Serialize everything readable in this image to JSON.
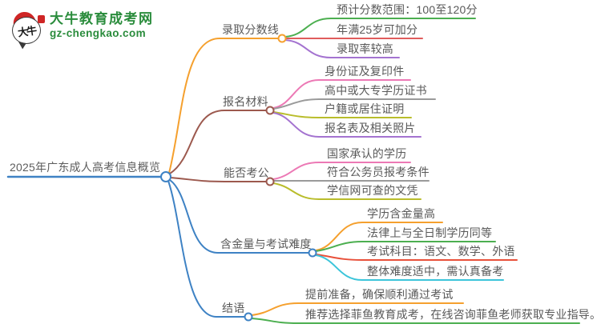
{
  "palette": {
    "blue": "#3e82c4",
    "orange": "#f5a02e",
    "brown": "#9c594e",
    "green": "#4caf50",
    "soft_red": "#e05c5c",
    "red": "#e8503a",
    "pink": "#ec79b5",
    "gray_line": "#9a9a9a",
    "olive": "#b9bd2b",
    "purple": "#a473d0",
    "cyan": "#3cc5da",
    "text_gray": "#595959",
    "logo_green": "#2a8c3c",
    "logo_red": "#cf2525"
  },
  "logo": {
    "title": "大牛教育成考网",
    "domain": "gz-chengkao.com",
    "bubble_text": "大牛"
  },
  "root": {
    "label": "2025年广东成人高考信息概览"
  },
  "branches": [
    {
      "label": "录取分数线",
      "children": [
        {
          "label": "预计分数范围：100至120分"
        },
        {
          "label": "年满25岁可加分"
        },
        {
          "label": "录取率较高"
        }
      ]
    },
    {
      "label": "报名材料",
      "children": [
        {
          "label": "身份证及复印件"
        },
        {
          "label": "高中或大专学历证书"
        },
        {
          "label": "户籍或居住证明"
        },
        {
          "label": "报名表及相关照片"
        }
      ]
    },
    {
      "label": "能否考公",
      "children": [
        {
          "label": "国家承认的学历"
        },
        {
          "label": "符合公务员报考条件"
        },
        {
          "label": "学信网可查的文凭"
        }
      ]
    },
    {
      "label": "含金量与考试难度",
      "children": [
        {
          "label": "学历含金量高"
        },
        {
          "label": "法律上与全日制学历同等"
        },
        {
          "label": "考试科目：语文、数学、外语"
        },
        {
          "label": "整体难度适中，需认真备考"
        }
      ]
    },
    {
      "label": "结语",
      "children": [
        {
          "label": "提前准备，确保顺利通过考试"
        },
        {
          "label": "推荐选择菲鱼教育成考，在线咨询菲鱼老师获取专业指导。"
        }
      ]
    }
  ]
}
